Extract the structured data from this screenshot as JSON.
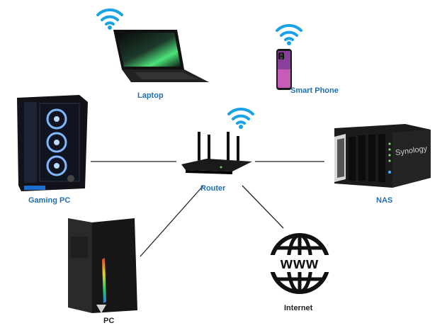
{
  "colors": {
    "label": "#1f6fb0",
    "label_dark": "#222222",
    "wifi": "#19a3e6",
    "link": "#222222",
    "device": "#1a1a1a"
  },
  "nodes": {
    "laptop": {
      "label": "Laptop",
      "icon": "laptop-icon"
    },
    "smart_phone": {
      "label": "Smart Phone",
      "icon": "smartphone-icon"
    },
    "router": {
      "label": "Router",
      "icon": "router-icon"
    },
    "gaming_pc": {
      "label": "Gaming PC",
      "icon": "gaming-pc-icon"
    },
    "nas": {
      "label": "NAS",
      "brand": "Synology",
      "icon": "nas-icon"
    },
    "pc": {
      "label": "PC",
      "icon": "pc-tower-icon"
    },
    "internet": {
      "label": "Internet",
      "glyph": "www",
      "icon": "globe-icon"
    }
  }
}
